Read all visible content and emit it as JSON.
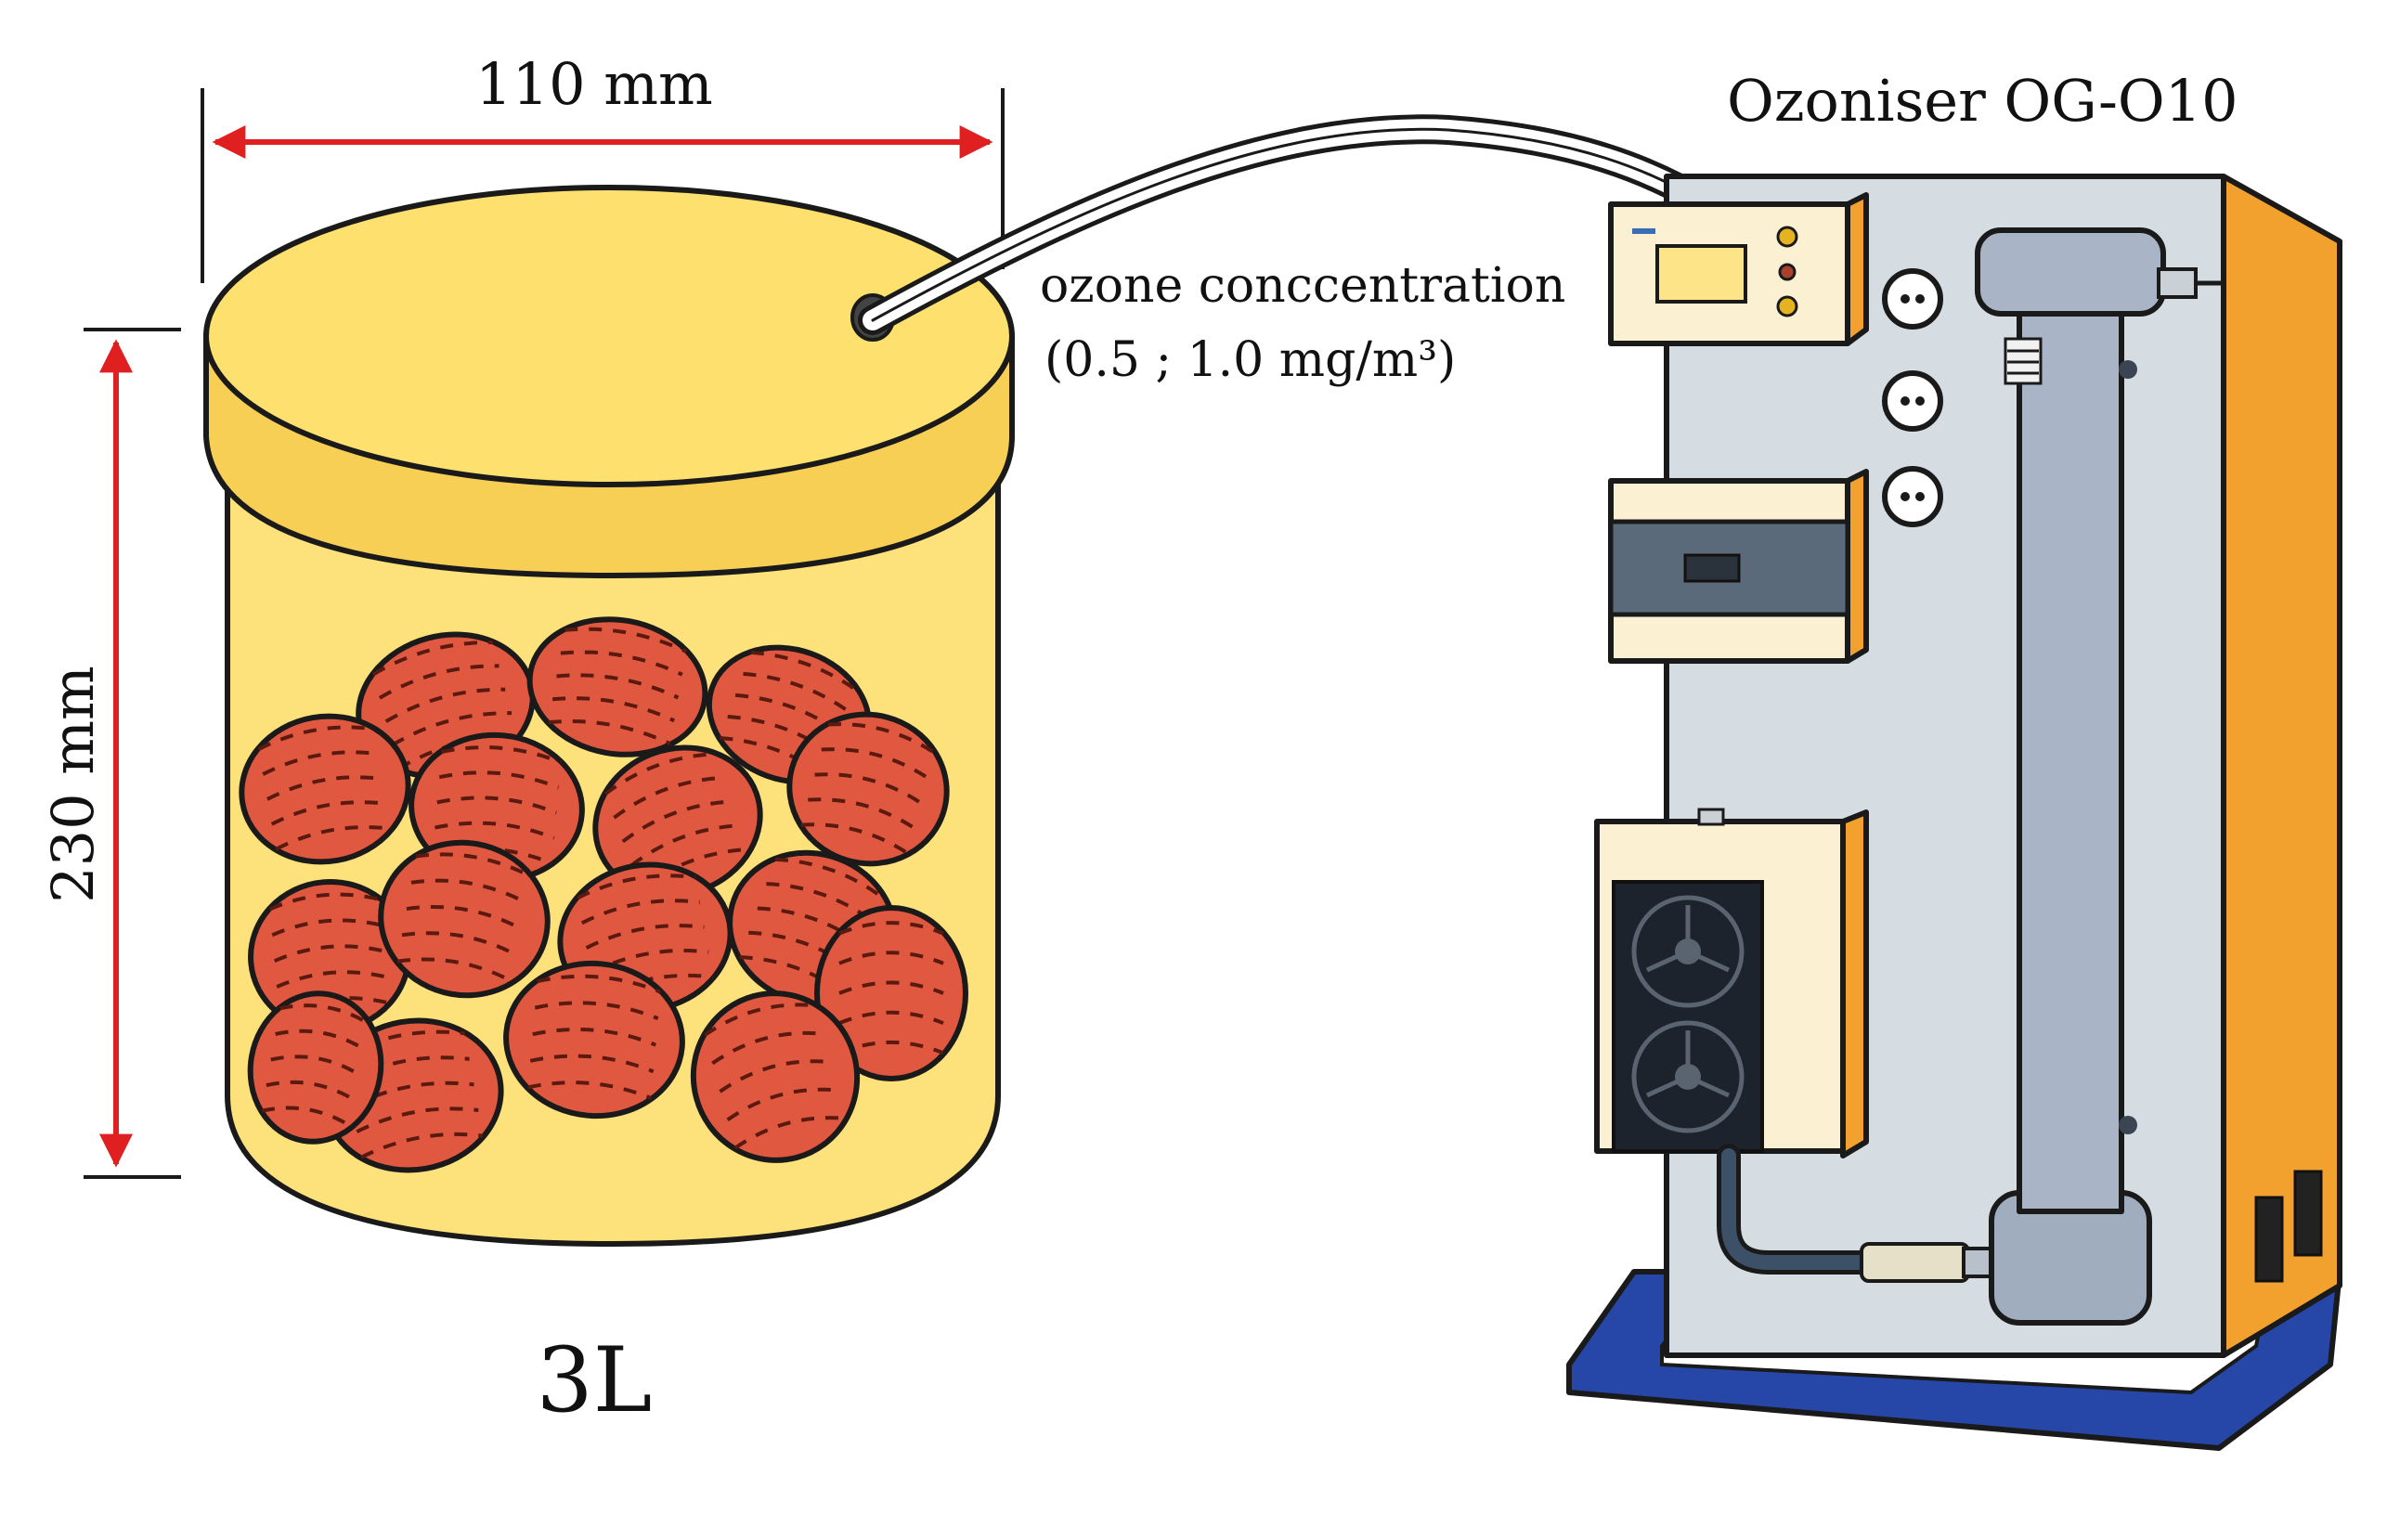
{
  "labels": {
    "width": "110 mm",
    "height": "230 mm",
    "volume": "3L",
    "device_name": "Ozoniser OG-O10",
    "concentration_title": "ozone conccentration",
    "concentration_range": "(0.5 ; 1.0 mg/m³)"
  },
  "colors": {
    "container": "#fde17a",
    "lid": "#fde06e",
    "nut": "#e0583f",
    "dimension_arrow": "#e02020",
    "cabinet_front": "#d5dde2",
    "cabinet_side": "#f2a12e",
    "tube": "#a9b5c6",
    "base": "#2646a8"
  },
  "icons": [
    "dimension-arrow",
    "nut-icon",
    "fan-icon",
    "gauge-icon",
    "display-screen"
  ]
}
